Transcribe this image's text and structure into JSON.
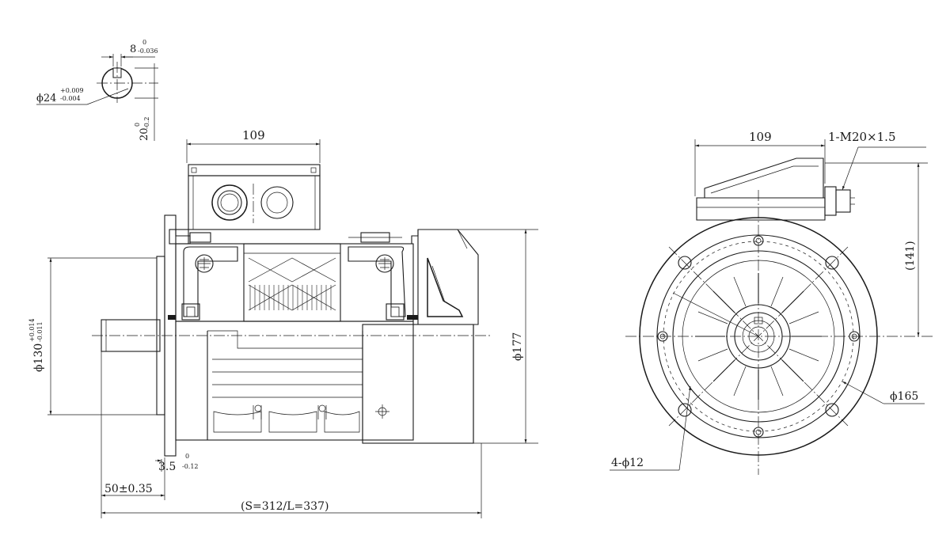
{
  "shaft_section": {
    "key_width": "8",
    "key_width_upper": "0",
    "key_width_lower": "-0.036",
    "diameter": "ϕ24",
    "diameter_upper": "+0.009",
    "diameter_lower": "-0.004",
    "key_depth": "20",
    "key_depth_upper": "0",
    "key_depth_lower": "-0.2"
  },
  "side_view": {
    "terminal_box_width": "109",
    "spigot_diameter": "ϕ130",
    "spigot_upper": "+0.014",
    "spigot_lower": "-0.011",
    "flange_thickness": "3.5",
    "flange_thickness_upper": "0",
    "flange_thickness_lower": "-0.12",
    "shaft_length": "50±0.35",
    "overall_length": "(S=312/L=337)",
    "flange_diameter": "ϕ177"
  },
  "end_view": {
    "terminal_box_width": "109",
    "cable_gland": "1-M20×1.5",
    "height_to_box": "(141)",
    "pitch_circle": "ϕ165",
    "mounting_holes": "4-ϕ12"
  }
}
